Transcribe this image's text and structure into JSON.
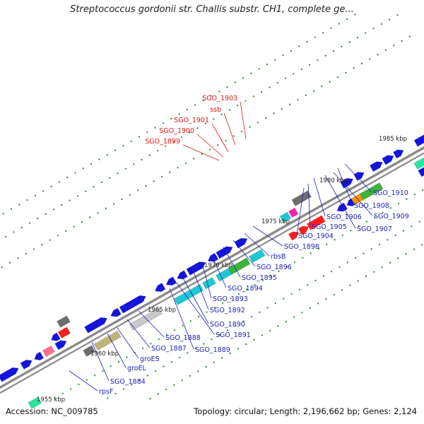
{
  "title": "Streptococcus gordonii str. Challis substr. CH1, complete ge...",
  "footer": {
    "accession": "Accession: NC_009785",
    "summary": "Topology: circular; Length: 2,196,662 bp; Genes: 2,124"
  },
  "colors": {
    "axis": "#8a8a8a",
    "gene_blue": "#1414dc",
    "gene_cyan": "#1ec8d2",
    "gene_green": "#3cb43c",
    "gene_gray": "#6e6e6e",
    "gene_lightgray": "#c8c8c8",
    "gene_khaki": "#beb478",
    "gene_red": "#ff1e1e",
    "gene_magenta": "#ff1eb4",
    "gene_pink": "#ff6e8c",
    "gene_mint": "#28e6a0",
    "gene_orange": "#ff9600",
    "label_blue": "#1e1eb4",
    "label_red": "#e61414",
    "grid_green": "#1e8c1e"
  },
  "kbp_labels": [
    "1955 kbp",
    "1960 kbp",
    "1965 kbp",
    "1970 kbp",
    "1975 kbp",
    "1980 kbp",
    "1985 kbp"
  ],
  "gene_labels_red": [
    "SGO_1903",
    "ssb",
    "SGO_1901",
    "SGO_1900",
    "SGO_1899"
  ],
  "gene_labels_blue": [
    "SGO_1910",
    "SGO_1908",
    "SGO_1909",
    "SGO_1906",
    "SGO_1907",
    "SGO_1905",
    "SGO_1904",
    "SGO_1898",
    "rbsB",
    "SGO_1896",
    "SGO_1895",
    "SGO_1894",
    "SGO_1893",
    "SGO_1892",
    "SGO_1890",
    "SGO_1891",
    "SGO_1888",
    "SGO_1887",
    "SGO_1889",
    "groES",
    "groEL",
    "SGO_1884",
    "rpsF"
  ]
}
